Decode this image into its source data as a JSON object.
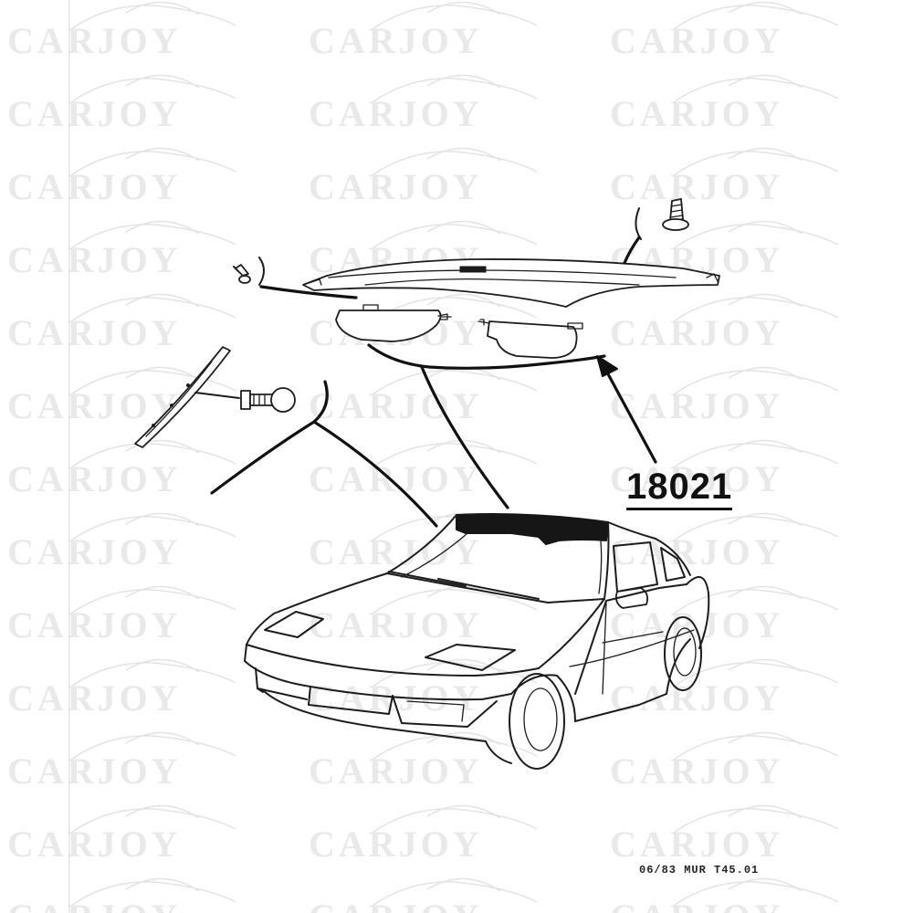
{
  "watermark": {
    "text": "CARJOY"
  },
  "callouts": {
    "part_number": "18021"
  },
  "footer": {
    "reference": "06/83 MUR T45.01"
  },
  "icons": [
    "watermark-car-icon",
    "leader-arrow-icon"
  ],
  "colors": {
    "line": "#1c1c1c",
    "watermark": "#e9e9ec",
    "background": "#ffffff"
  }
}
